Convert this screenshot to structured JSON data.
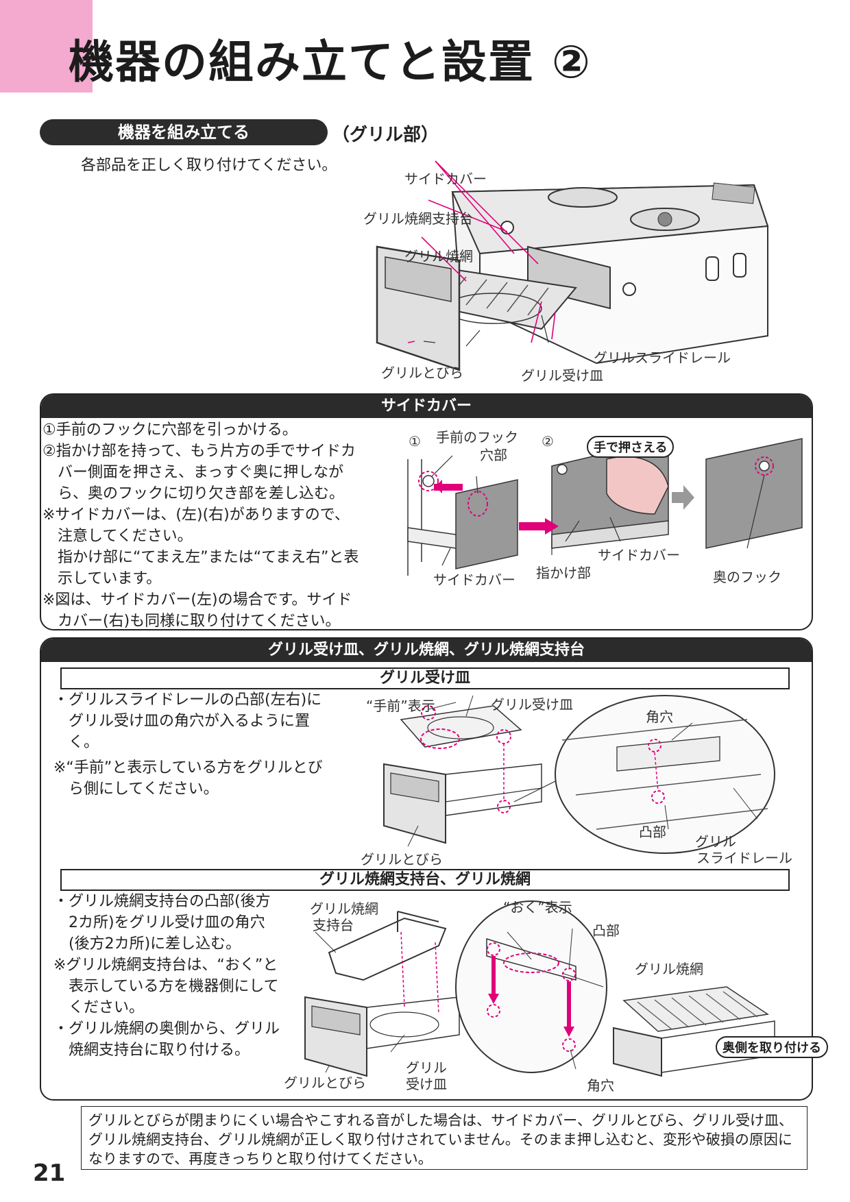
{
  "page": {
    "title": "機器の組み立てと設置 ②",
    "number": "21"
  },
  "section": {
    "pill": "機器を組み立てる",
    "suffix": "（グリル部）",
    "intro": "各部品を正しく取り付けてください。",
    "overview_labels": {
      "side_cover": "サイドカバー",
      "grate_stand": "グリル焼網支持台",
      "grate": "グリル焼網",
      "door": "グリルとびら",
      "tray": "グリル受け皿",
      "rail": "グリルスライドレール"
    }
  },
  "side_cover_panel": {
    "title": "サイドカバー",
    "lines": [
      "①手前のフックに穴部を引っかける。",
      "②指かけ部を持って、もう片方の手でサイドカ",
      "　バー側面を押さえ、まっすぐ奥に押しなが",
      "　ら、奥のフックに切り欠き部を差し込む。",
      "※サイドカバーは、(左)(右)がありますので、",
      "　注意してください。",
      "　指かけ部に“てまえ左”または“てまえ右”と表",
      "　示しています。",
      "※図は、サイドカバー(左)の場合です。サイド",
      "　カバー(右)も同様に取り付けてください。"
    ],
    "labels": {
      "step1": "①",
      "step2": "②",
      "front_hook": "手前のフック",
      "hole": "穴部",
      "press": "手で押さえる",
      "finger_grip": "指かけ部",
      "side_cover_a": "サイドカバー",
      "side_cover_b": "サイドカバー",
      "back_hook": "奥のフック"
    }
  },
  "grill_panel": {
    "title": "グリル受け皿、グリル焼網、グリル焼網支持台",
    "tray": {
      "subtitle": "グリル受け皿",
      "lines": [
        "・グリルスライドレールの凸部(左右)に",
        "　グリル受け皿の角穴が入るように置",
        "　く。",
        "※“手前”と表示している方をグリルとび",
        "　ら側にしてください。"
      ],
      "labels": {
        "front_mark": "“手前”表示",
        "tray": "グリル受け皿",
        "square_hole": "角穴",
        "protrusion": "凸部",
        "rail_1": "グリル",
        "rail_2": "スライドレール",
        "door": "グリルとびら"
      }
    },
    "stand": {
      "subtitle": "グリル焼網支持台、グリル焼網",
      "lines": [
        "・グリル焼網支持台の凸部(後方",
        "　2カ所)をグリル受け皿の角穴",
        "　(後方2カ所)に差し込む。",
        "※グリル焼網支持台は、“おく”と",
        "　表示している方を機器側にして",
        "　ください。",
        "・グリル焼網の奥側から、グリル",
        "　焼網支持台に取り付ける。"
      ],
      "labels": {
        "stand_1": "グリル焼網",
        "stand_2": "支持台",
        "back_mark": "“おく”表示",
        "protrusion": "凸部",
        "grate": "グリル焼網",
        "attach_back": "奥側を取り付ける",
        "tray_1": "グリル",
        "tray_2": "受け皿",
        "door": "グリルとびら",
        "square_hole": "角穴"
      }
    }
  },
  "note": "グリルとびらが閉まりにくい場合やこすれる音がした場合は、サイドカバー、グリルとびら、グリル受け皿、グリル焼網支持台、グリル焼網が正しく取り付けされていません。そのまま押し込むと、変形や破損の原因になりますので、再度きっちりと取り付けてください。",
  "colors": {
    "accent_pink": "#f4a9cf",
    "highlight_magenta": "#e0007a",
    "dark": "#2b2b2b"
  }
}
